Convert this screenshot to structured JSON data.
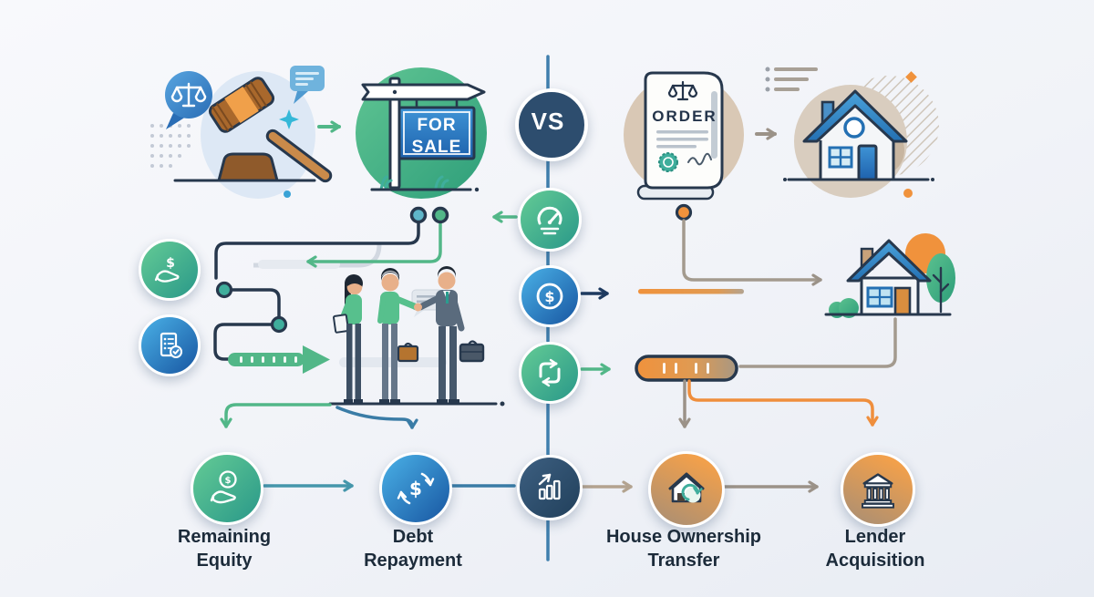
{
  "diagram": {
    "vs_label": "VS",
    "for_sale_sign": {
      "line1": "FOR",
      "line2": "SALE"
    },
    "order_document": {
      "title": "ORDER"
    },
    "glyphs": {
      "dollar": "$"
    },
    "nodes": {
      "remaining_equity": {
        "line1": "Remaining",
        "line2": "Equity"
      },
      "debt_repayment": {
        "line1": "Debt",
        "line2": "Repayment"
      },
      "house_ownership_transfer": {
        "line1": "House Ownership",
        "line2": "Transfer"
      },
      "lender_acquisition": {
        "line1": "Lender",
        "line2": "Acquisition"
      }
    },
    "icons": {
      "left_branch": [
        "scales-of-justice-icon",
        "gavel-icon",
        "chat-bubble-icon",
        "for-sale-sign-icon",
        "money-in-hand-icon",
        "checklist-icon",
        "handshake-illustration"
      ],
      "center_column": [
        "speedometer-icon",
        "dollar-circle-icon",
        "refresh-cycle-icon",
        "bar-chart-icon"
      ],
      "right_branch": [
        "order-scroll-icon",
        "list-icon",
        "house-icon",
        "house-with-tree-icon",
        "house-dollar-transfer-icon",
        "bank-icon"
      ]
    },
    "colors": {
      "green": "#52b788",
      "teal": "#2a9d8f",
      "blue": "#2f7fc1",
      "steel_blue": "#3a7ca6",
      "navy": "#27384d",
      "vs_navy": "#2d4d6e",
      "orange": "#ef8e3c",
      "tan": "#d9c8b5",
      "connector_gray": "#a39a8e",
      "label_text": "#1c2b3a"
    }
  }
}
